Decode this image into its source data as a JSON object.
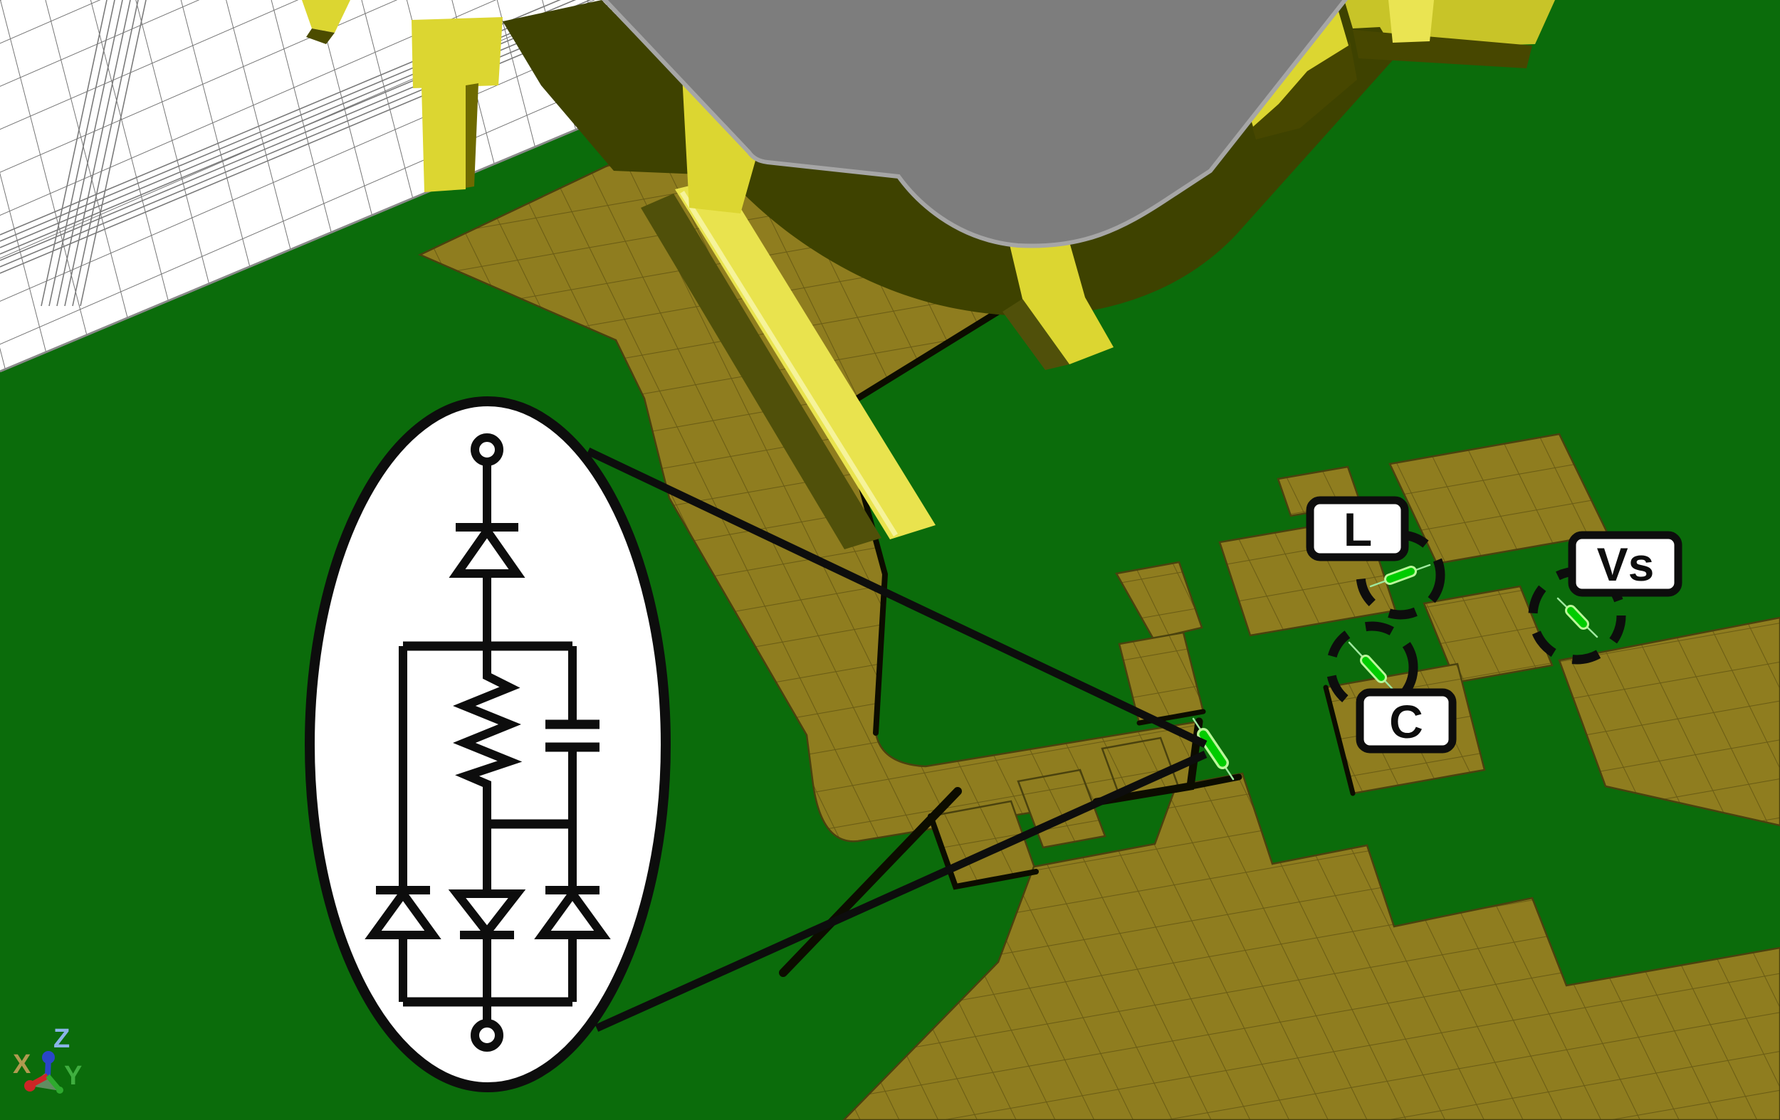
{
  "viewport": {
    "kind": "3d-em-field-simulator-scene",
    "content": "PCB with SMD connector, meshed copper traces, lumped-element ports and ESD protection circuit inset"
  },
  "annotations": {
    "port_labels": [
      {
        "id": "inductor-port",
        "label": "L"
      },
      {
        "id": "capacitor-port",
        "label": "C"
      },
      {
        "id": "source-port",
        "label": "Vs"
      }
    ],
    "circuit_inset_components": [
      "terminal",
      "diode",
      "resistor",
      "capacitor",
      "diode",
      "diode",
      "diode",
      "terminal"
    ]
  },
  "axes": {
    "x_label": "X",
    "y_label": "Y",
    "z_label": "Z"
  },
  "colors": {
    "pcb_green": "#0b6c0b",
    "copper": "#8f7d1f",
    "copper_grid": "#6a5c14",
    "copper_edge_shadow": "#0c0c00",
    "substrate_shadow": "#3e4200",
    "connector_gray": "#7d7d7d",
    "connector_rim": "#a6a6a6",
    "pin_yellow": "#dcd631",
    "pin_bright": "#f2ee8e",
    "pin_dark": "#5d5d00",
    "wireframe_bg": "#ffffff",
    "wireframe_grid": "#747474",
    "annotation_black": "#0d0d0d",
    "element_core": "#00cc00",
    "element_glow": "#baf79a",
    "element_wire": "#9fe89f",
    "axis_x_label": "#b09a50",
    "axis_y_label": "#3fae3f",
    "axis_z_label": "#8ab4e8",
    "axis_x_arrow": "#cc2626",
    "axis_y_arrow": "#2eaa2e",
    "axis_z_arrow": "#2a46c8"
  }
}
